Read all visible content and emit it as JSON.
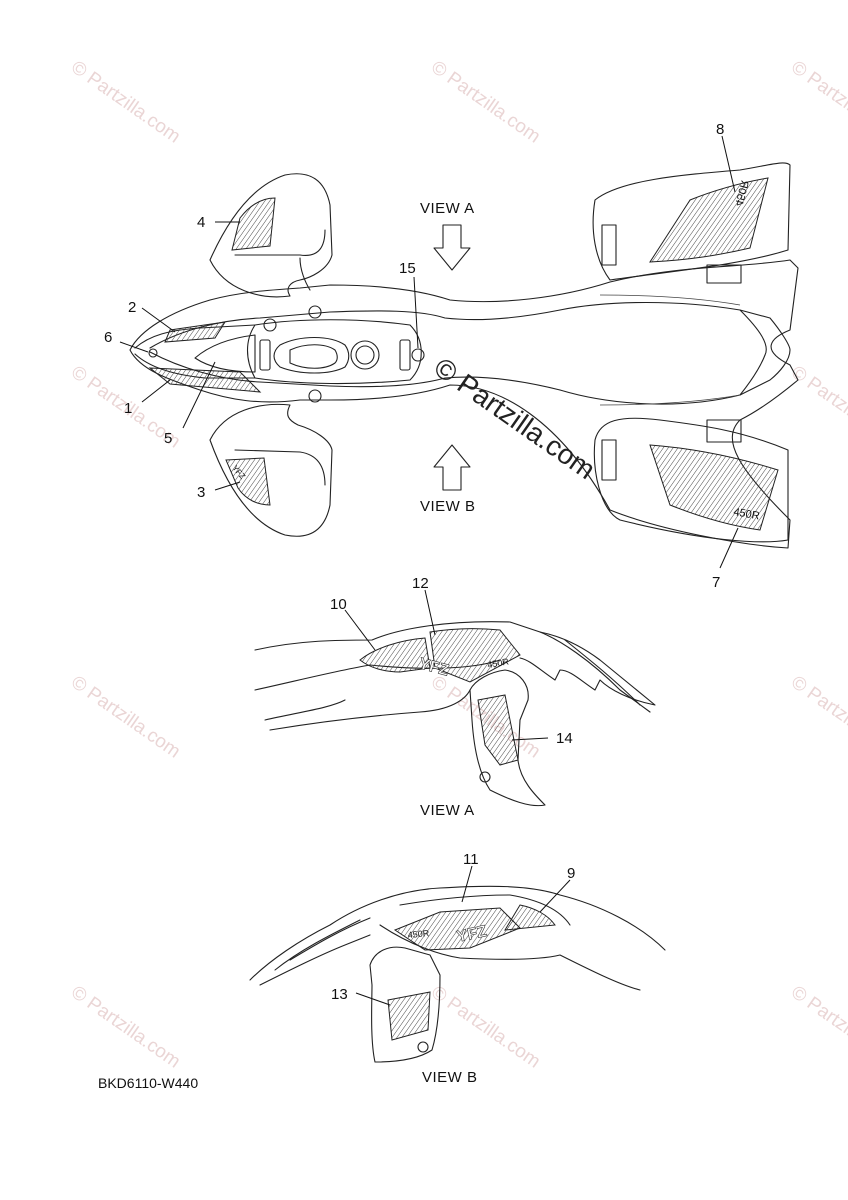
{
  "diagram_code": "BKD6110-W440",
  "views": {
    "view_a_top": "VIEW A",
    "view_b_top": "VIEW B",
    "view_a_caption": "VIEW A",
    "view_b_caption": "VIEW B"
  },
  "callouts": [
    "1",
    "2",
    "3",
    "4",
    "5",
    "6",
    "7",
    "8",
    "9",
    "10",
    "11",
    "12",
    "13",
    "14",
    "15"
  ],
  "decal_text": {
    "model_450r": "450R",
    "model_yfz": "YFZ"
  },
  "watermark": {
    "text": "© Partzilla.com",
    "color": "#d9b3b3"
  }
}
